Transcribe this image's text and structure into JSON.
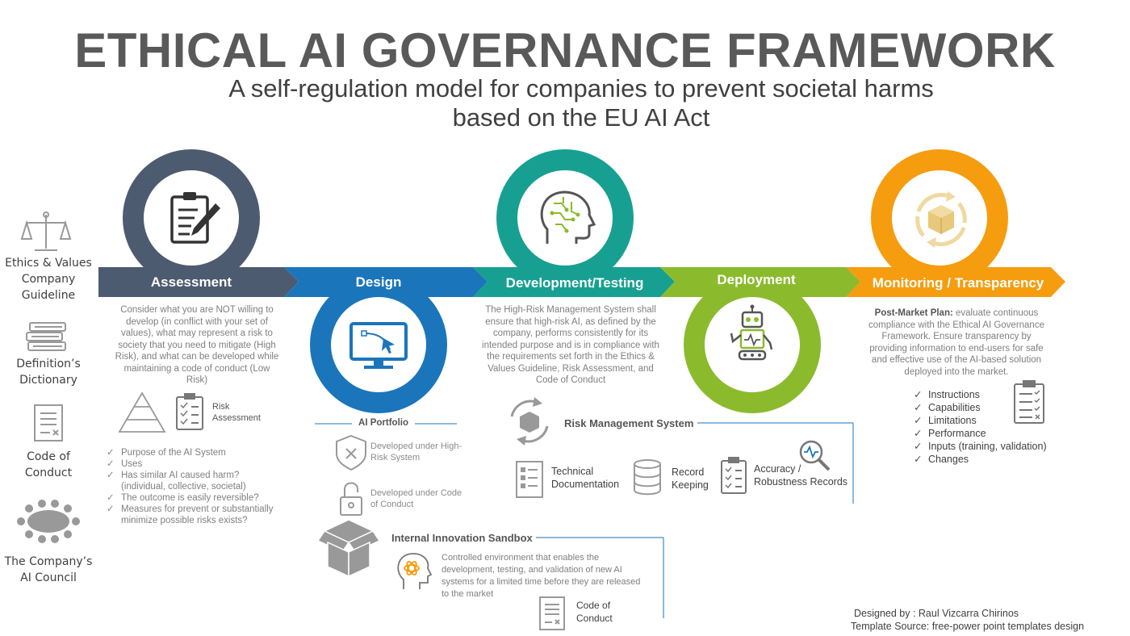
{
  "header": {
    "title": "ETHICAL AI GOVERNANCE FRAMEWORK",
    "subtitle_line1": "A self-regulation model for companies to prevent societal harms",
    "subtitle_line2": "based on the EU AI Act"
  },
  "left_panel": {
    "items": [
      {
        "icon": "scales-icon",
        "label_line1": "Ethics & Values",
        "label_line2": "Company",
        "label_line3": "Guideline"
      },
      {
        "icon": "books-icon",
        "label_line1": "Definition’s",
        "label_line2": "Dictionary"
      },
      {
        "icon": "document-icon",
        "label_line1": "Code of",
        "label_line2": "Conduct"
      },
      {
        "icon": "conference-table-icon",
        "label_line1": "The Company’s",
        "label_line2": "AI Council"
      }
    ]
  },
  "stages": [
    {
      "label": "Assessment",
      "color": "#4d5b70",
      "icon": "clipboard-pen-icon"
    },
    {
      "label": "Design",
      "color": "#1b75bb",
      "icon": "monitor-vector-icon"
    },
    {
      "label": "Development/Testing",
      "color": "#17a091",
      "icon": "ai-head-icon"
    },
    {
      "label": "Deployment",
      "color": "#8bbb2d",
      "icon": "robot-icon"
    },
    {
      "label": "Monitoring / Transparency",
      "color": "#f59d0f",
      "icon": "box-cycle-icon"
    }
  ],
  "assessment": {
    "desc_lines": [
      "Consider what you are NOT willing to",
      "develop (in conflict with your set of",
      "values), what may represent a risk to",
      "society that you need to mitigate (High",
      "Risk), and what can be developed while",
      "maintaining a code of conduct (Low",
      "Risk)"
    ],
    "risk_label_line1": "Risk",
    "risk_label_line2": "Assessment",
    "checklist": [
      "Purpose of the AI System",
      "Uses",
      "Has similar AI caused harm?",
      "(individual, collective, societal)",
      "The outcome is easily reversible?",
      "Measures for prevent or substantially",
      "minimize possible risks exists?"
    ]
  },
  "design": {
    "portfolio_title": "AI Portfolio",
    "item1_line1": "Developed under High-",
    "item1_line2": "Risk System",
    "item2_line1": "Developed under Code",
    "item2_line2": "of Conduct",
    "sandbox_title": "Internal Innovation Sandbox",
    "sandbox_lines": [
      "Controlled environment that enables the",
      "development, testing, and validation of new AI",
      "systems for a limited time before they are released",
      "to the market"
    ],
    "sandbox_code_line1": "Code of",
    "sandbox_code_line2": "Conduct"
  },
  "development": {
    "desc_lines": [
      "The High-Risk Management System shall",
      "ensure that high-risk AI, as defined by the",
      "company, performs consistently for its",
      "intended purpose and is in compliance with",
      "the requirements set forth in the Ethics &",
      "Values Guideline, Risk Assessment, and",
      "Code of Conduct"
    ],
    "rms_title": "Risk Management System",
    "tech_doc_line1": "Technical",
    "tech_doc_line2": "Documentation",
    "record_line1": "Record",
    "record_line2": "Keeping",
    "accuracy_line1": "Accuracy /",
    "accuracy_line2": "Robustness Records"
  },
  "monitoring": {
    "desc_bold": "Post-Market Plan:",
    "desc_rest_line1": " evaluate continuous",
    "desc_lines": [
      "compliance with the Ethical AI Governance",
      "Framework. Ensure transparency by",
      "providing information to end-users for safe",
      "and effective use of the AI-based solution",
      "deployed into the market."
    ],
    "list": [
      "Instructions",
      "Capabilities",
      "Limitations",
      "Performance",
      "Inputs (training, validation)",
      "Changes"
    ]
  },
  "footer": {
    "designed_by": "Designed by  : Raul Vizcarra Chirinos",
    "template_source": "Template Source: free-power point templates design"
  }
}
